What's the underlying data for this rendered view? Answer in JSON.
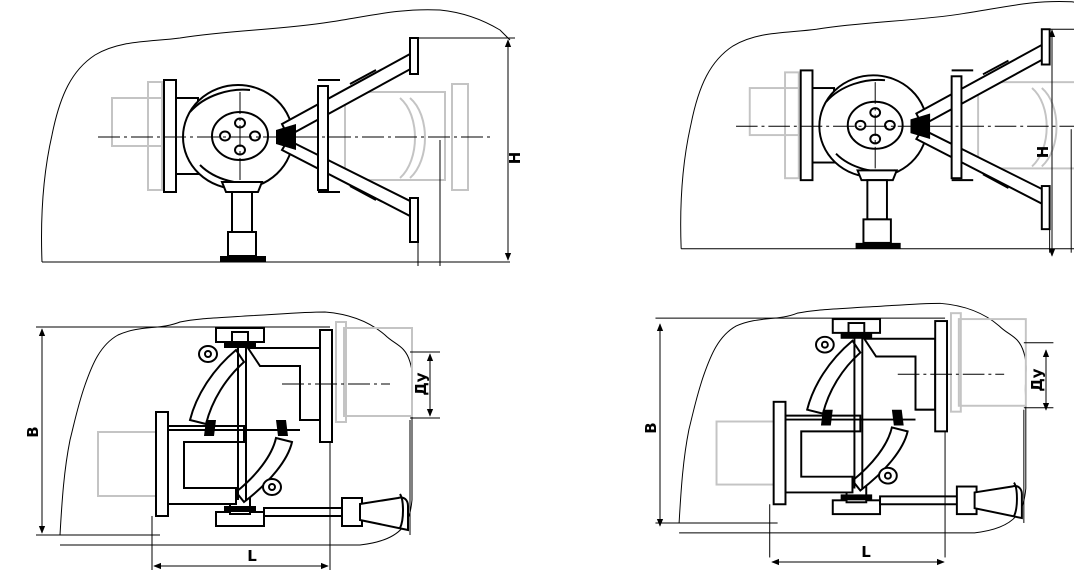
{
  "labels": {
    "height": "H",
    "width": "B",
    "length": "L",
    "nominal_diameter": "Ду"
  },
  "colors": {
    "line": "#000000",
    "ghost_pipe": "#c4c4c4",
    "background": "#ffffff"
  }
}
